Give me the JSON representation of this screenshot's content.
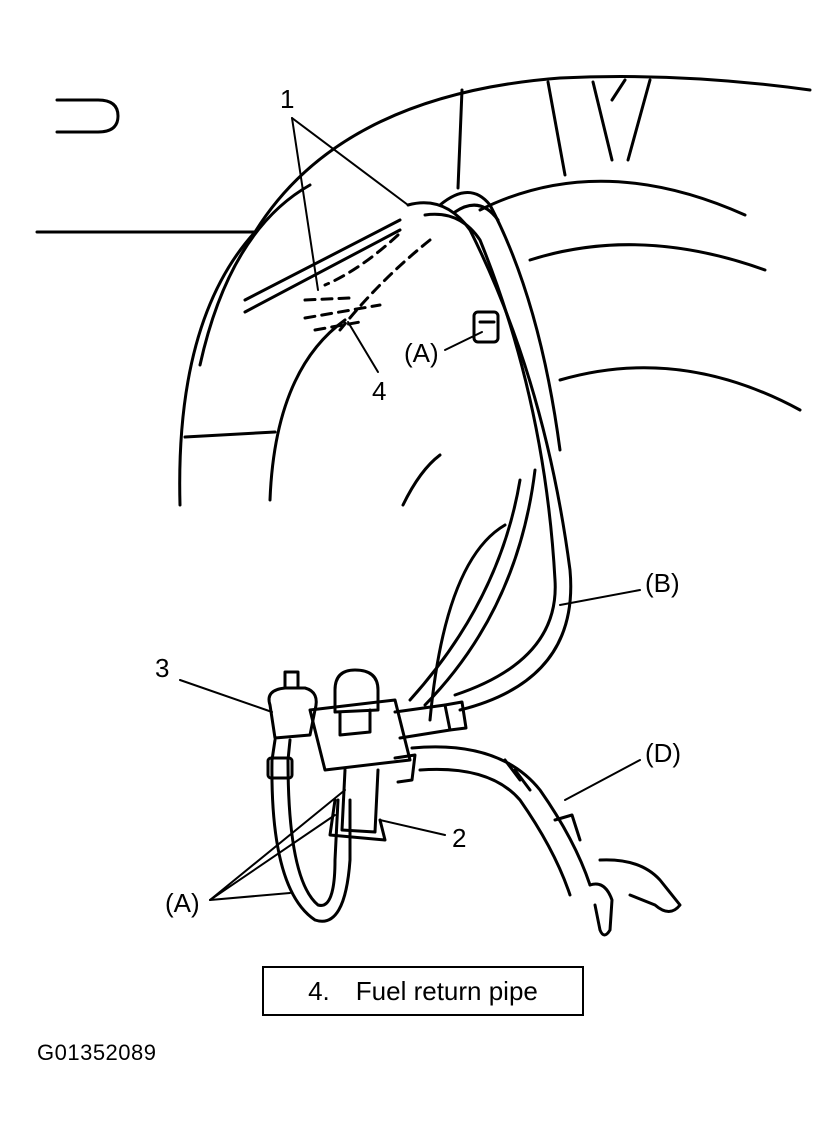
{
  "labels": {
    "one": "1",
    "two": "2",
    "three": "3",
    "four": "4",
    "a_upper": "(A)",
    "a_lower": "(A)",
    "b": "(B)",
    "d": "(D)"
  },
  "caption": {
    "number": "4.",
    "text": "Fuel return pipe"
  },
  "figure_code": "G01352089"
}
